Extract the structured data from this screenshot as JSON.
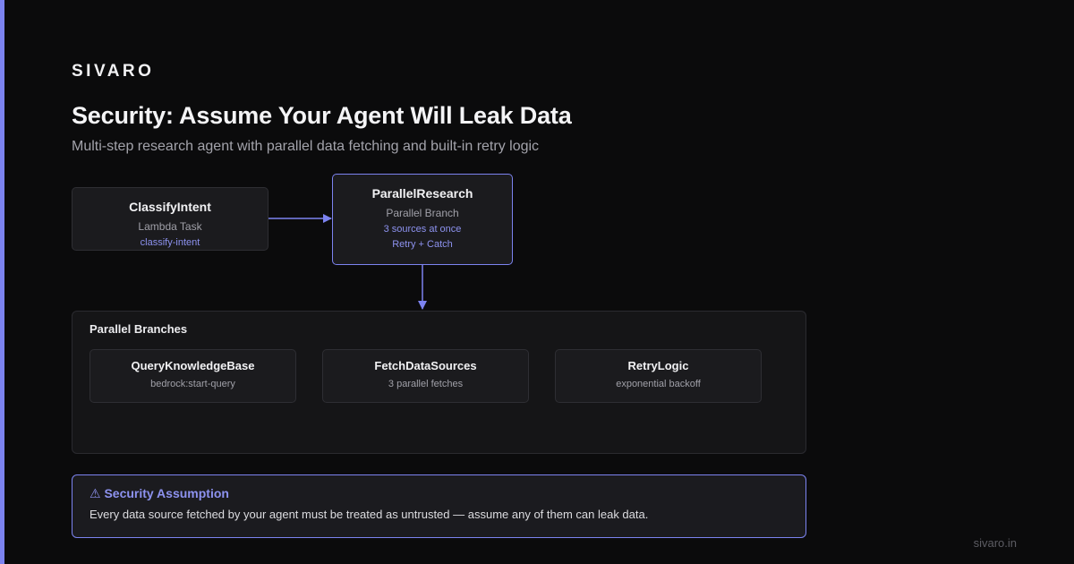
{
  "brand": "SIVARO",
  "title": "Security: Assume Your Agent Will Leak Data",
  "subtitle": "Multi-step research agent with parallel data fetching and built-in retry logic",
  "nodes": {
    "classify": {
      "name": "ClassifyIntent",
      "type": "Lambda Task",
      "meta": "classify-intent"
    },
    "parallel": {
      "name": "ParallelResearch",
      "type": "Parallel Branch",
      "meta1": "3 sources at once",
      "meta2": "Retry + Catch"
    }
  },
  "container": {
    "label": "Parallel Branches",
    "branches": [
      {
        "name": "QueryKnowledgeBase",
        "detail": "bedrock:start-query"
      },
      {
        "name": "FetchDataSources",
        "detail": "3 parallel fetches"
      },
      {
        "name": "RetryLogic",
        "detail": "exponential backoff"
      }
    ]
  },
  "callout": {
    "icon": "warning-icon",
    "title": "⚠ Security Assumption",
    "body": "Every data source fetched by your agent must be treated as untrusted — assume any of them can leak data."
  },
  "footer": "sivaro.in",
  "colors": {
    "accent": "#7c83f0",
    "accent_text": "#8d92ef",
    "background": "#0b0b0c"
  }
}
